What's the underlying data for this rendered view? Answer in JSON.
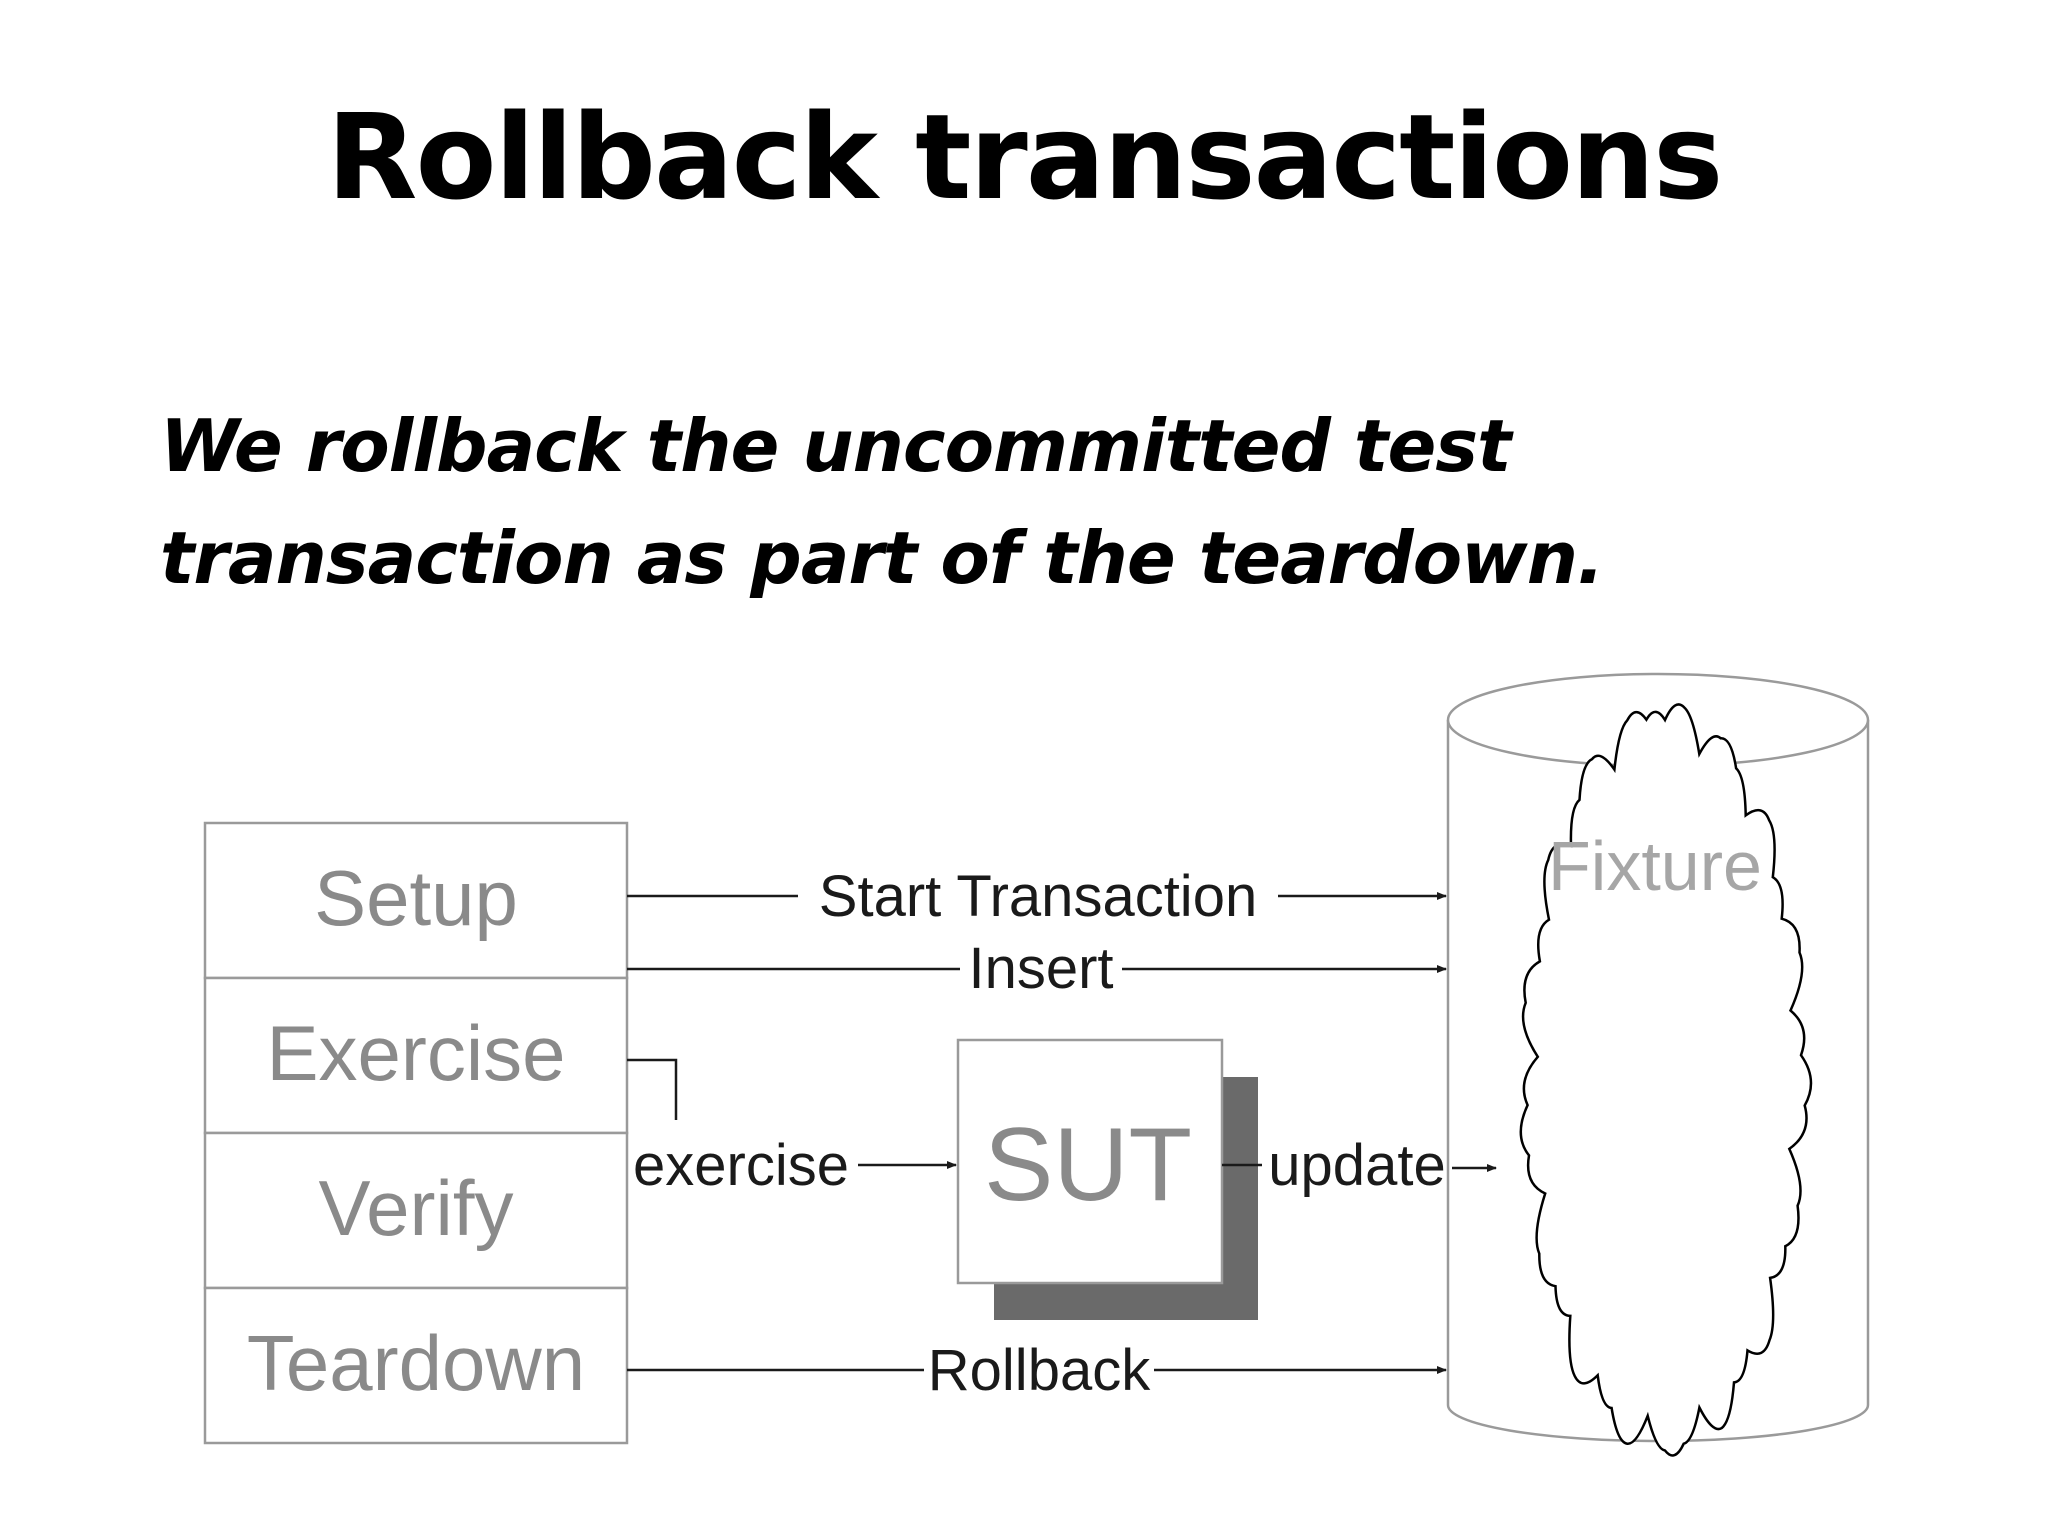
{
  "slide": {
    "title": "Rollback transactions",
    "body_lines": [
      "We rollback the uncommitted test",
      "transaction as part of the teardown."
    ]
  },
  "diagram": {
    "phases": [
      "Setup",
      "Exercise",
      "Verify",
      "Teardown"
    ],
    "arrows": {
      "start_transaction": "Start Transaction",
      "insert": "Insert",
      "exercise": "exercise",
      "update": "update",
      "rollback": "Rollback"
    },
    "sut_label": "SUT",
    "fixture_label": "Fixture",
    "colors": {
      "phase_text": "#8a8a8a",
      "box_border": "#9a9a9a",
      "sut_shadow": "#6a6a6a",
      "arrow": "#1a1a1a"
    }
  }
}
